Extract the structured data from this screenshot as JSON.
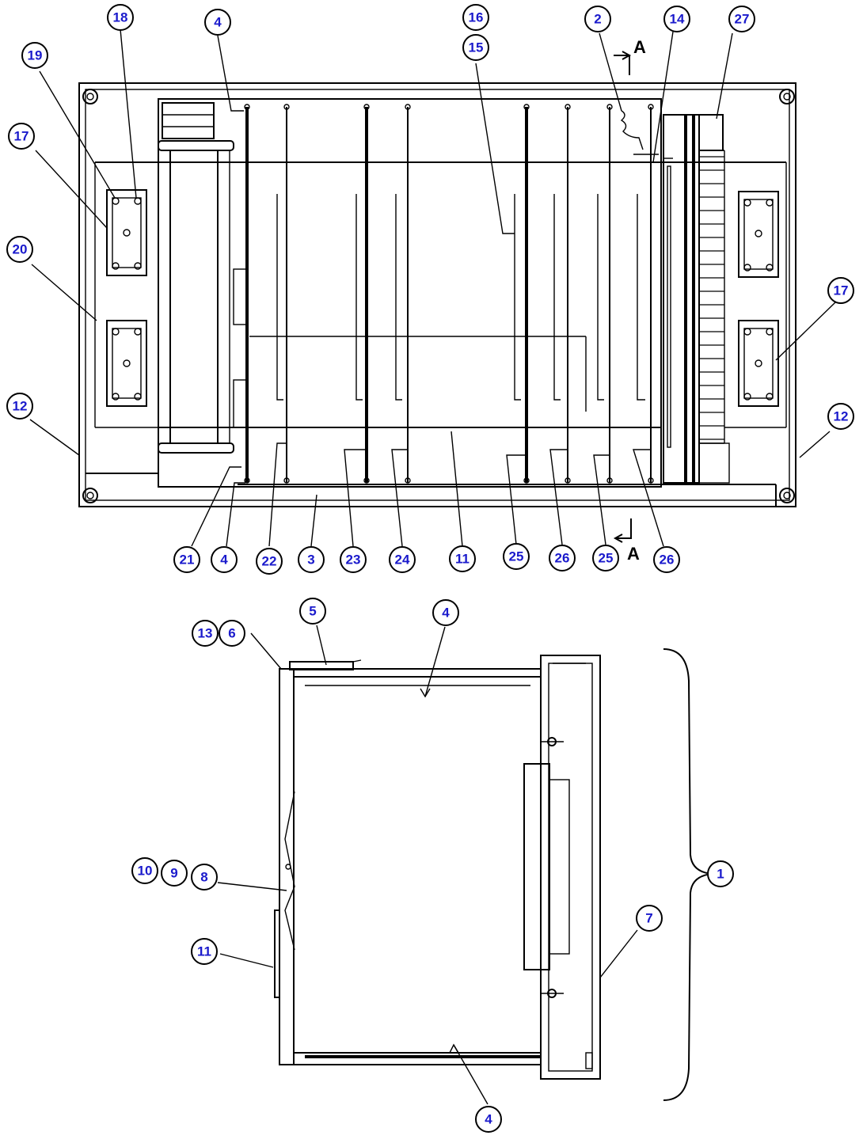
{
  "label_color": "#1a1acc",
  "line_color": "#000000",
  "section_marker": "A",
  "callouts": {
    "c18": "18",
    "c19": "19",
    "c17a": "17",
    "c20": "20",
    "c12a": "12",
    "c4top": "4",
    "c16": "16",
    "c15": "15",
    "c2": "2",
    "c14": "14",
    "c27": "27",
    "c17b": "17",
    "c12b": "12",
    "c21": "21",
    "c4mid": "4",
    "c22": "22",
    "c3": "3",
    "c23": "23",
    "c24": "24",
    "c11a": "11",
    "c25a": "25",
    "c26a": "26",
    "c25b": "25",
    "c26b": "26",
    "c13": "13",
    "c6": "6",
    "c5": "5",
    "c4side": "4",
    "c10": "10",
    "c9": "9",
    "c8": "8",
    "c11b": "11",
    "c1": "1",
    "c7": "7",
    "c4bot": "4"
  }
}
